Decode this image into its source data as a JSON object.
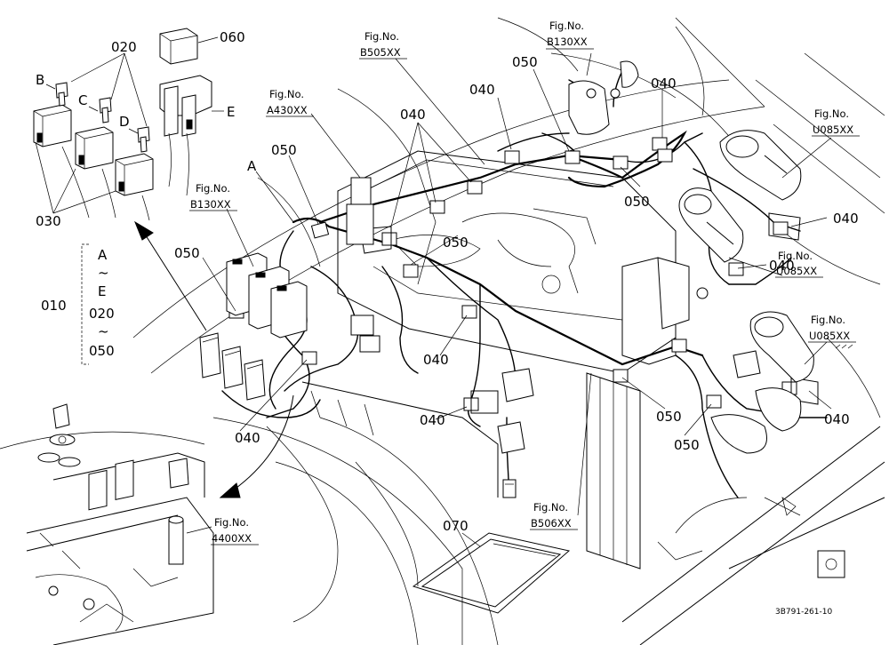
{
  "labels": {
    "l010": "010",
    "l020": "020",
    "l030": "030",
    "l060": "060",
    "l070": "070",
    "l040": "040",
    "l050": "050",
    "lA": "A",
    "lB": "B",
    "lC": "C",
    "lD": "D",
    "lE": "E",
    "range_A": "A",
    "range_tilde1": "~",
    "range_E": "E",
    "range_020": "020",
    "range_tilde2": "~",
    "range_050": "050"
  },
  "fig_refs": {
    "fig_prefix": "Fig.No.",
    "b505": "B505XX",
    "b130_top": "B130XX",
    "a430": "A430XX",
    "b130_left": "B130XX",
    "u085_1": "U085XX",
    "u085_2": "U085XX",
    "u085_3": "U085XX",
    "b506": "B506XX",
    "f4400": "4400XX"
  },
  "drawing_code": "3B791-261-10"
}
